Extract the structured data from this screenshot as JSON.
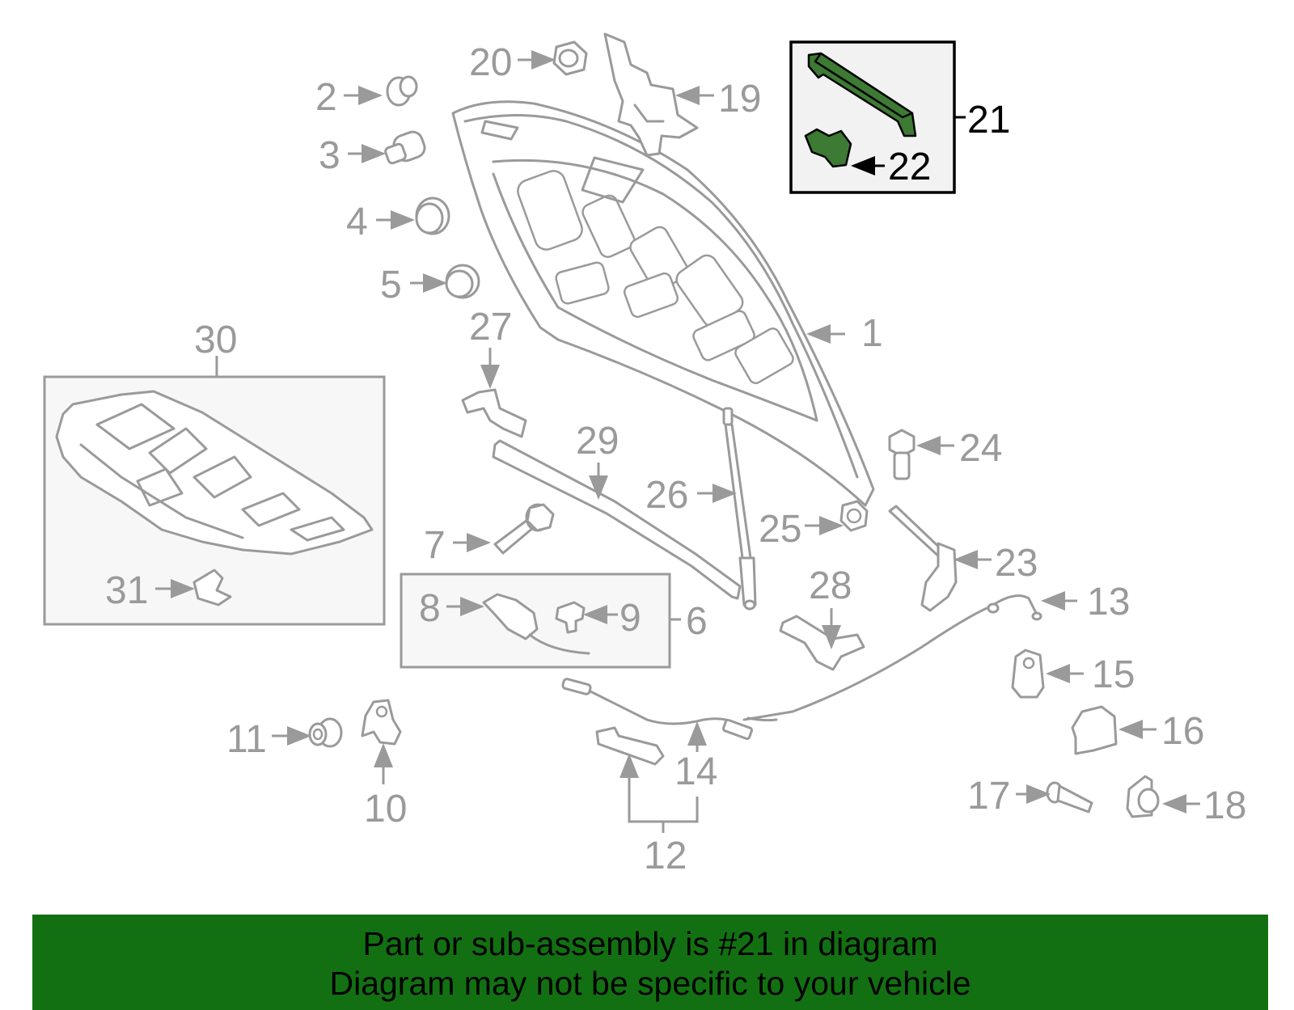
{
  "callouts": {
    "c1": "1",
    "c2": "2",
    "c3": "3",
    "c4": "4",
    "c5": "5",
    "c6": "6",
    "c7": "7",
    "c8": "8",
    "c9": "9",
    "c10": "10",
    "c11": "11",
    "c12": "12",
    "c13": "13",
    "c14": "14",
    "c15": "15",
    "c16": "16",
    "c17": "17",
    "c18": "18",
    "c19": "19",
    "c20": "20",
    "c21": "21",
    "c22": "22",
    "c23": "23",
    "c24": "24",
    "c25": "25",
    "c26": "26",
    "c27": "27",
    "c28": "28",
    "c29": "29",
    "c30": "30",
    "c31": "31"
  },
  "highlight": {
    "part": "21",
    "color": "#3d7a33"
  },
  "footer": {
    "line1": "Part or sub-assembly is #21 in diagram",
    "line2": "Diagram may not be specific to your vehicle",
    "background": "#127012"
  }
}
